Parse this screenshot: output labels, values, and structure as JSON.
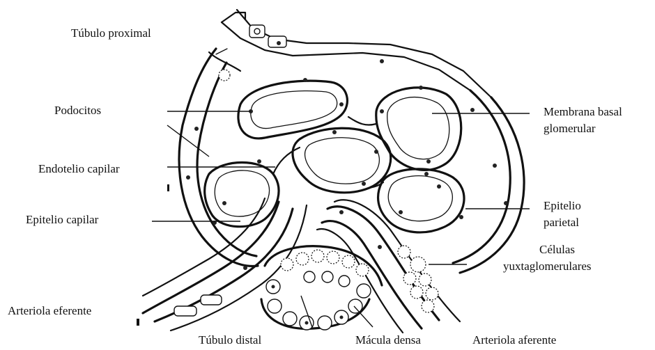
{
  "labels": {
    "tubulo_proximal": "Túbulo  proximal",
    "podocitos": "Podocitos",
    "endotelio_capilar": "Endotelio capilar",
    "epitelio_capilar": "Epitelio capilar",
    "arteriola_eferente": "Arteriola eferente",
    "tubulo_distal": "Túbulo distal",
    "macula_densa": "Mácula densa",
    "arteriola_aferente": "Arteriola aferente",
    "membrana_basal_1": "Membrana  basal",
    "membrana_basal_2": "glomerular",
    "epitelio_parietal_1": "Epitelio",
    "epitelio_parietal_2": "parietal",
    "celulas_1": "Células",
    "celulas_2": "yuxtaglomerulares"
  }
}
